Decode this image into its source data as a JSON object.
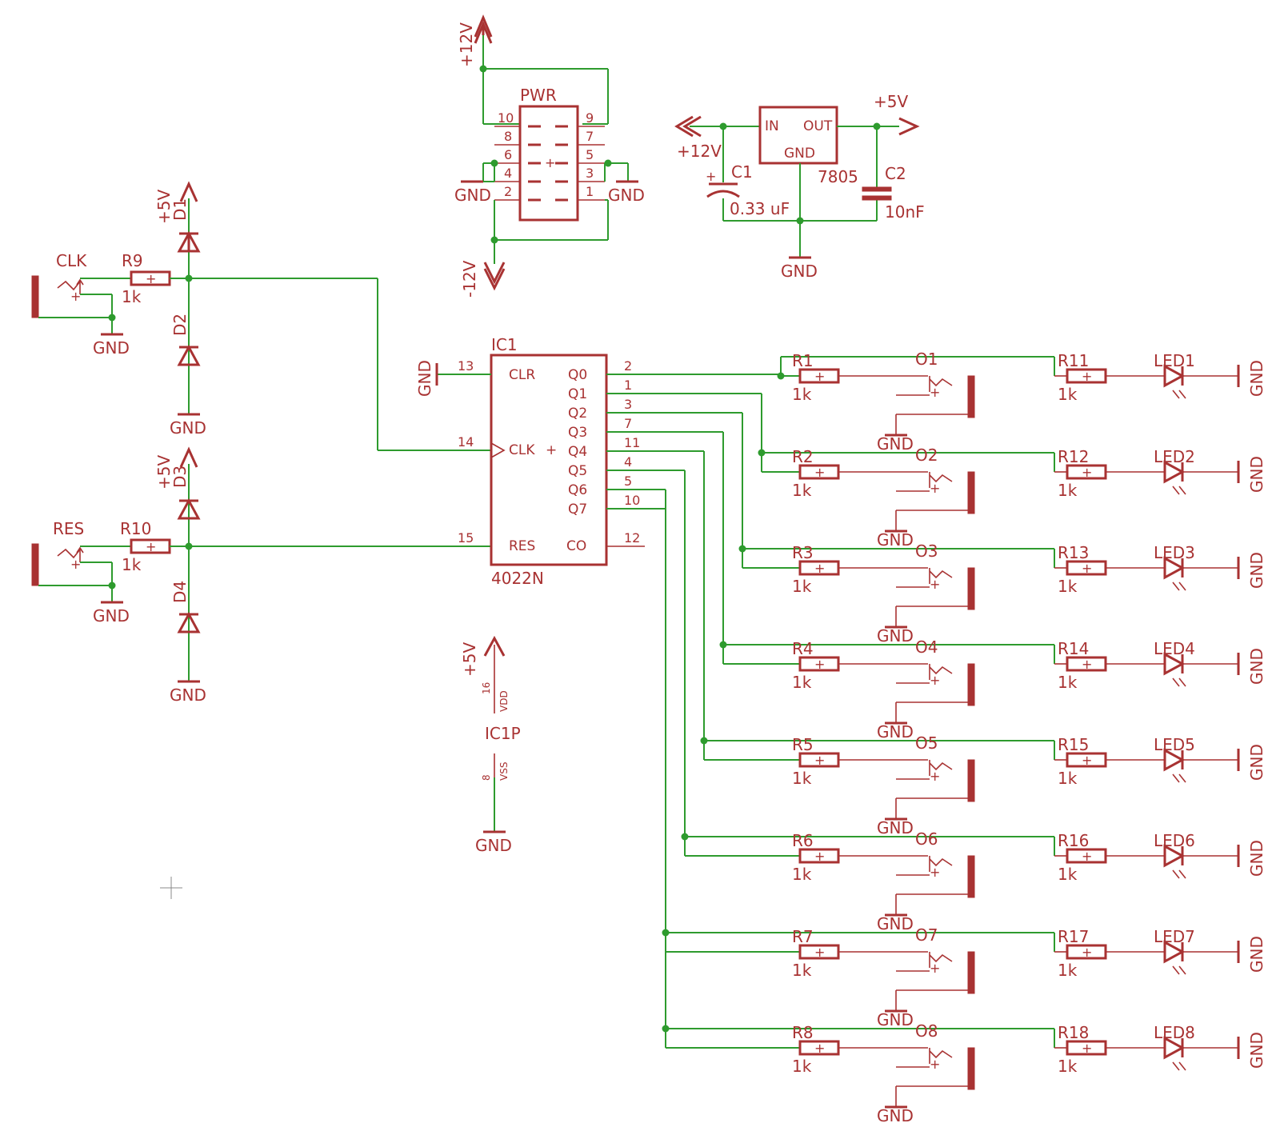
{
  "colors": {
    "wire": "#2e9b2e",
    "part": "#a83232",
    "junction": "#2e9b2e",
    "background": "#ffffff"
  },
  "power": {
    "connector_name": "PWR",
    "p12_top": "+12V",
    "m12": "-12V",
    "pins_left": [
      "10",
      "8",
      "6",
      "4",
      "2"
    ],
    "pins_right": [
      "9",
      "7",
      "5",
      "3",
      "1"
    ],
    "gnd_left": "GND",
    "gnd_right": "GND"
  },
  "regulator": {
    "name": "7805",
    "pin_in": "IN",
    "pin_out": "OUT",
    "pin_gnd": "GND",
    "in_supply": "+12V",
    "out_supply": "+5V",
    "c1_name": "C1",
    "c1_value": "0.33 uF",
    "c2_name": "C2",
    "c2_value": "10nF",
    "gnd": "GND"
  },
  "clk_input": {
    "jack": "CLK",
    "resistor": "R9",
    "resistor_value": "1k",
    "gnd_jack": "GND",
    "diode_top": "D1",
    "diode_bottom": "D2",
    "supply": "+5V",
    "gnd_diode": "GND"
  },
  "res_input": {
    "jack": "RES",
    "resistor": "R10",
    "resistor_value": "1k",
    "gnd_jack": "GND",
    "diode_top": "D3",
    "diode_bottom": "D4",
    "supply": "+5V",
    "gnd_diode": "GND"
  },
  "counter": {
    "name": "IC1",
    "part": "4022N",
    "left_pins": [
      {
        "num": "13",
        "name": "CLR"
      },
      {
        "num": "14",
        "name": "CLK"
      },
      {
        "num": "15",
        "name": "RES"
      }
    ],
    "right_pins": [
      {
        "num": "2",
        "name": "Q0"
      },
      {
        "num": "1",
        "name": "Q1"
      },
      {
        "num": "3",
        "name": "Q2"
      },
      {
        "num": "7",
        "name": "Q3"
      },
      {
        "num": "11",
        "name": "Q4"
      },
      {
        "num": "4",
        "name": "Q5"
      },
      {
        "num": "5",
        "name": "Q6"
      },
      {
        "num": "10",
        "name": "Q7"
      }
    ],
    "co_pin": {
      "num": "12",
      "name": "CO"
    },
    "clr_gnd": "GND"
  },
  "ic_power": {
    "name": "IC1P",
    "supply": "+5V",
    "vdd_pin": "16",
    "vdd_name": "VDD",
    "vss_pin": "8",
    "vss_name": "VSS",
    "gnd": "GND"
  },
  "channels": [
    {
      "r_in": "R1",
      "r_in_value": "1k",
      "jack": "O1",
      "jack_gnd": "GND",
      "r_led": "R11",
      "r_led_value": "1k",
      "led": "LED1",
      "led_gnd": "GND"
    },
    {
      "r_in": "R2",
      "r_in_value": "1k",
      "jack": "O2",
      "jack_gnd": "GND",
      "r_led": "R12",
      "r_led_value": "1k",
      "led": "LED2",
      "led_gnd": "GND"
    },
    {
      "r_in": "R3",
      "r_in_value": "1k",
      "jack": "O3",
      "jack_gnd": "GND",
      "r_led": "R13",
      "r_led_value": "1k",
      "led": "LED3",
      "led_gnd": "GND"
    },
    {
      "r_in": "R4",
      "r_in_value": "1k",
      "jack": "O4",
      "jack_gnd": "GND",
      "r_led": "R14",
      "r_led_value": "1k",
      "led": "LED4",
      "led_gnd": "GND"
    },
    {
      "r_in": "R5",
      "r_in_value": "1k",
      "jack": "O5",
      "jack_gnd": "GND",
      "r_led": "R15",
      "r_led_value": "1k",
      "led": "LED5",
      "led_gnd": "GND"
    },
    {
      "r_in": "R6",
      "r_in_value": "1k",
      "jack": "O6",
      "jack_gnd": "GND",
      "r_led": "R16",
      "r_led_value": "1k",
      "led": "LED6",
      "led_gnd": "GND"
    },
    {
      "r_in": "R7",
      "r_in_value": "1k",
      "jack": "O7",
      "jack_gnd": "GND",
      "r_led": "R17",
      "r_led_value": "1k",
      "led": "LED7",
      "led_gnd": "GND"
    },
    {
      "r_in": "R8",
      "r_in_value": "1k",
      "jack": "O8",
      "jack_gnd": "GND",
      "r_led": "R18",
      "r_led_value": "1k",
      "led": "LED8",
      "led_gnd": "GND"
    }
  ]
}
